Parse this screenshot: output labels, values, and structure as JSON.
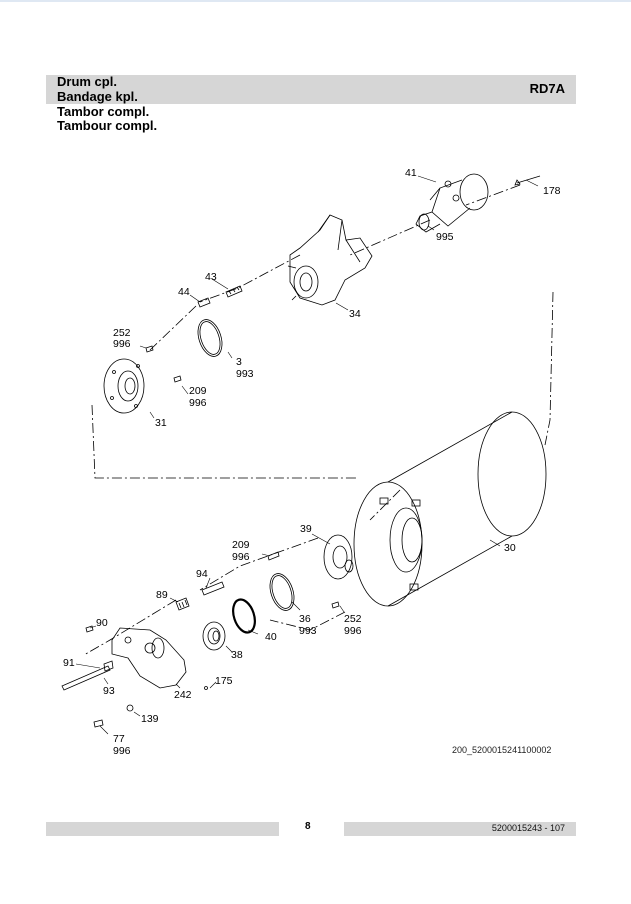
{
  "header": {
    "titles": [
      "Drum cpl.",
      "Bandage kpl.",
      "Tambor compl.",
      "Tambour compl."
    ],
    "code": "RD7A"
  },
  "callouts": {
    "c41": "41",
    "c178": "178",
    "c995": "995",
    "c43": "43",
    "c44": "44",
    "c34": "34",
    "c252a": "252",
    "c996a": "996",
    "c3": "3",
    "c993a": "993",
    "c209a": "209",
    "c996b": "996",
    "c31": "31",
    "c39": "39",
    "c30": "30",
    "c209b": "209",
    "c996c": "996",
    "c94": "94",
    "c89": "89",
    "c90": "90",
    "c36": "36",
    "c993b": "993",
    "c252b": "252",
    "c996d": "996",
    "c40": "40",
    "c38": "38",
    "c91": "91",
    "c93": "93",
    "c175": "175",
    "c242": "242",
    "c139": "139",
    "c77": "77",
    "c996e": "996"
  },
  "figure_id": "200_5200015241100002",
  "footer": {
    "page_number": "8",
    "doc_ref": "5200015243 - 107"
  }
}
